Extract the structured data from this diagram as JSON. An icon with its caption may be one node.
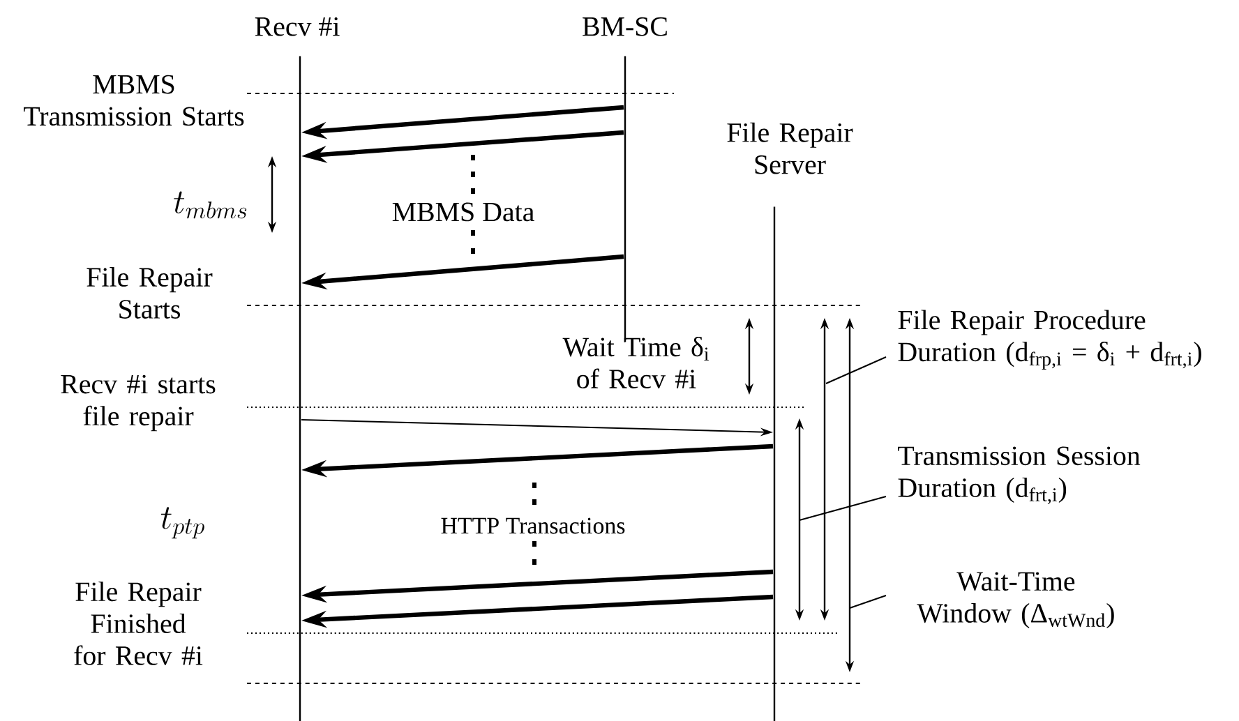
{
  "diagram": {
    "nodes": [
      {
        "text": [
          "Recv #i"
        ]
      },
      {
        "text": [
          "BM-SC"
        ]
      },
      {
        "text": [
          "File Repair Server"
        ]
      },
      {
        "text": [
          "File Repair Procedure Duration (d$_{frp,i}$ = δ$_{i}$ + d$_{frt,i}$)"
        ]
      },
      {
        "text": [
          "Transmission Session Duration (d$_{frt,i}$)"
        ]
      },
      {
        "text": [
          "Wait-Time Window (Δ$_{wtWnd}$)"
        ]
      }
    ],
    "edges": [
      {
        "from": 1,
        "to": 0,
        "arrow": "to"
      },
      {
        "from": 1,
        "to": 0,
        "arrow": "to"
      },
      {
        "from": 1,
        "to": 0,
        "arrow": "to"
      },
      {
        "from": 0,
        "to": 2,
        "arrow": "to"
      },
      {
        "from": 2,
        "to": 0,
        "arrow": "to"
      },
      {
        "from": 2,
        "to": 0,
        "arrow": "to"
      },
      {
        "from": 2,
        "to": 0,
        "arrow": "to"
      },
      {
        "from": 3,
        "to": null,
        "arrow": "none"
      },
      {
        "from": 4,
        "to": null,
        "arrow": "none"
      },
      {
        "from": 5,
        "to": null,
        "arrow": "none"
      }
    ],
    "labels": [
      "MBMS Transmission Starts",
      "MBMS Data",
      "t_{mbms}",
      "File Repair Starts",
      "Wait Time δ$_{i}$ of Recv #i",
      "Recv #i starts file repair",
      "t_{ptp}",
      "HTTP Transactions",
      "File Repair Finished for Recv #i"
    ]
  }
}
